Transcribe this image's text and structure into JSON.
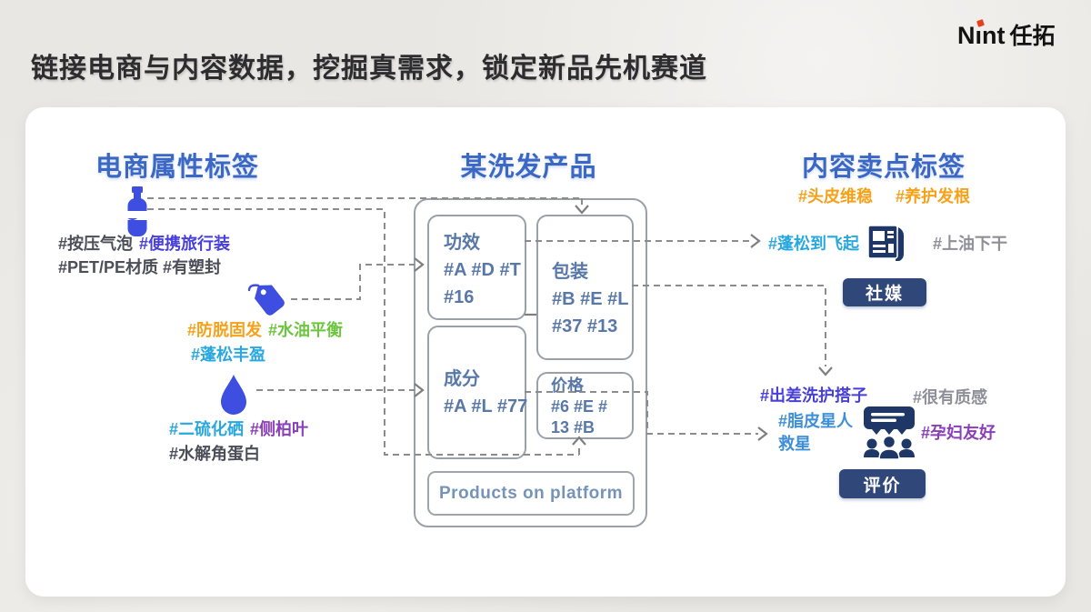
{
  "page": {
    "title": "链接电商与内容数据，挖掘真需求，锁定新品先机赛道",
    "logo": {
      "latin": "Nınt",
      "cn": "任拓"
    }
  },
  "ecom": {
    "header": "电商属性标签",
    "bottle_tags_line1": [
      "#按压气泡",
      "#便携旅行装"
    ],
    "bottle_tags_line2": "#PET/PE材质 #有塑封",
    "tag_tags_line1": [
      "#防脱固发",
      "#水油平衡"
    ],
    "tag_tags_line2": "#蓬松丰盈",
    "drop_tags_line1": [
      "#二硫化硒",
      "#侧柏叶"
    ],
    "drop_tags_line2": "#水解角蛋白"
  },
  "product": {
    "header": "某洗发产品",
    "boxes": [
      {
        "title": "功效",
        "lines": [
          "#A #D #T",
          "#16"
        ]
      },
      {
        "title": "包装",
        "lines": [
          "#B #E #L",
          "#37 #13"
        ]
      },
      {
        "title": "成分",
        "lines": [
          "#A #L #77"
        ]
      },
      {
        "title": "价格",
        "lines": [
          "#6 #E #",
          "13 #B"
        ]
      }
    ],
    "platform_label": "Products on platform"
  },
  "content": {
    "header": "内容卖点标签",
    "top_tags": [
      "#头皮维稳",
      "#养护发根"
    ],
    "social": {
      "tag_left": "#蓬松到飞起",
      "tag_right": "#上油下干",
      "badge": "社媒"
    },
    "review": {
      "tag1": "#出差洗护搭子",
      "tag2": "#很有质感",
      "tag3_line1": "#脂皮星人",
      "tag3_line2": "救星",
      "tag4": "#孕妇友好",
      "badge": "评价"
    }
  },
  "icons": {
    "bottle": "bottle-icon",
    "price_tag": "price-tag-icon",
    "water_drop": "water-drop-icon",
    "newspaper": "newspaper-icon",
    "review_audience": "review-audience-icon",
    "logo_dot": "logo-dot-icon"
  },
  "colors": {
    "header_blue": "#3a68c4",
    "icon_blue": "#3d4ee0",
    "badge_navy": "#2f4879",
    "icon_navy": "#1e3766",
    "orange": "#f5a21b",
    "green": "#6dc53f",
    "cyan": "#29a8e0",
    "indigo": "#4840d8",
    "purple": "#8a3fb8",
    "steel_blue_text": "#5878a8",
    "line_gray": "#8c8c8c"
  }
}
